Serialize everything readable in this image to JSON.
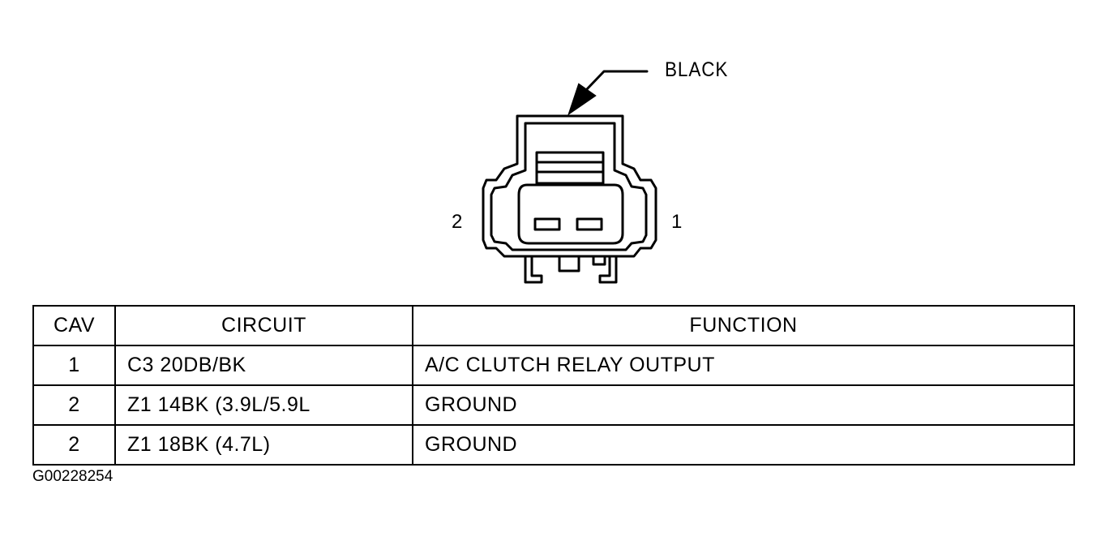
{
  "diagram": {
    "callout": "BLACK",
    "pin_left": "2",
    "pin_right": "1"
  },
  "table": {
    "headers": [
      "CAV",
      "CIRCUIT",
      "FUNCTION"
    ],
    "rows": [
      {
        "cav": "1",
        "circuit": "C3 20DB/BK",
        "function": "A/C CLUTCH RELAY OUTPUT"
      },
      {
        "cav": "2",
        "circuit": "Z1 14BK (3.9L/5.9L",
        "function": "GROUND"
      },
      {
        "cav": "2",
        "circuit": "Z1 18BK (4.7L)",
        "function": "GROUND"
      }
    ]
  },
  "figure_id": "G00228254"
}
